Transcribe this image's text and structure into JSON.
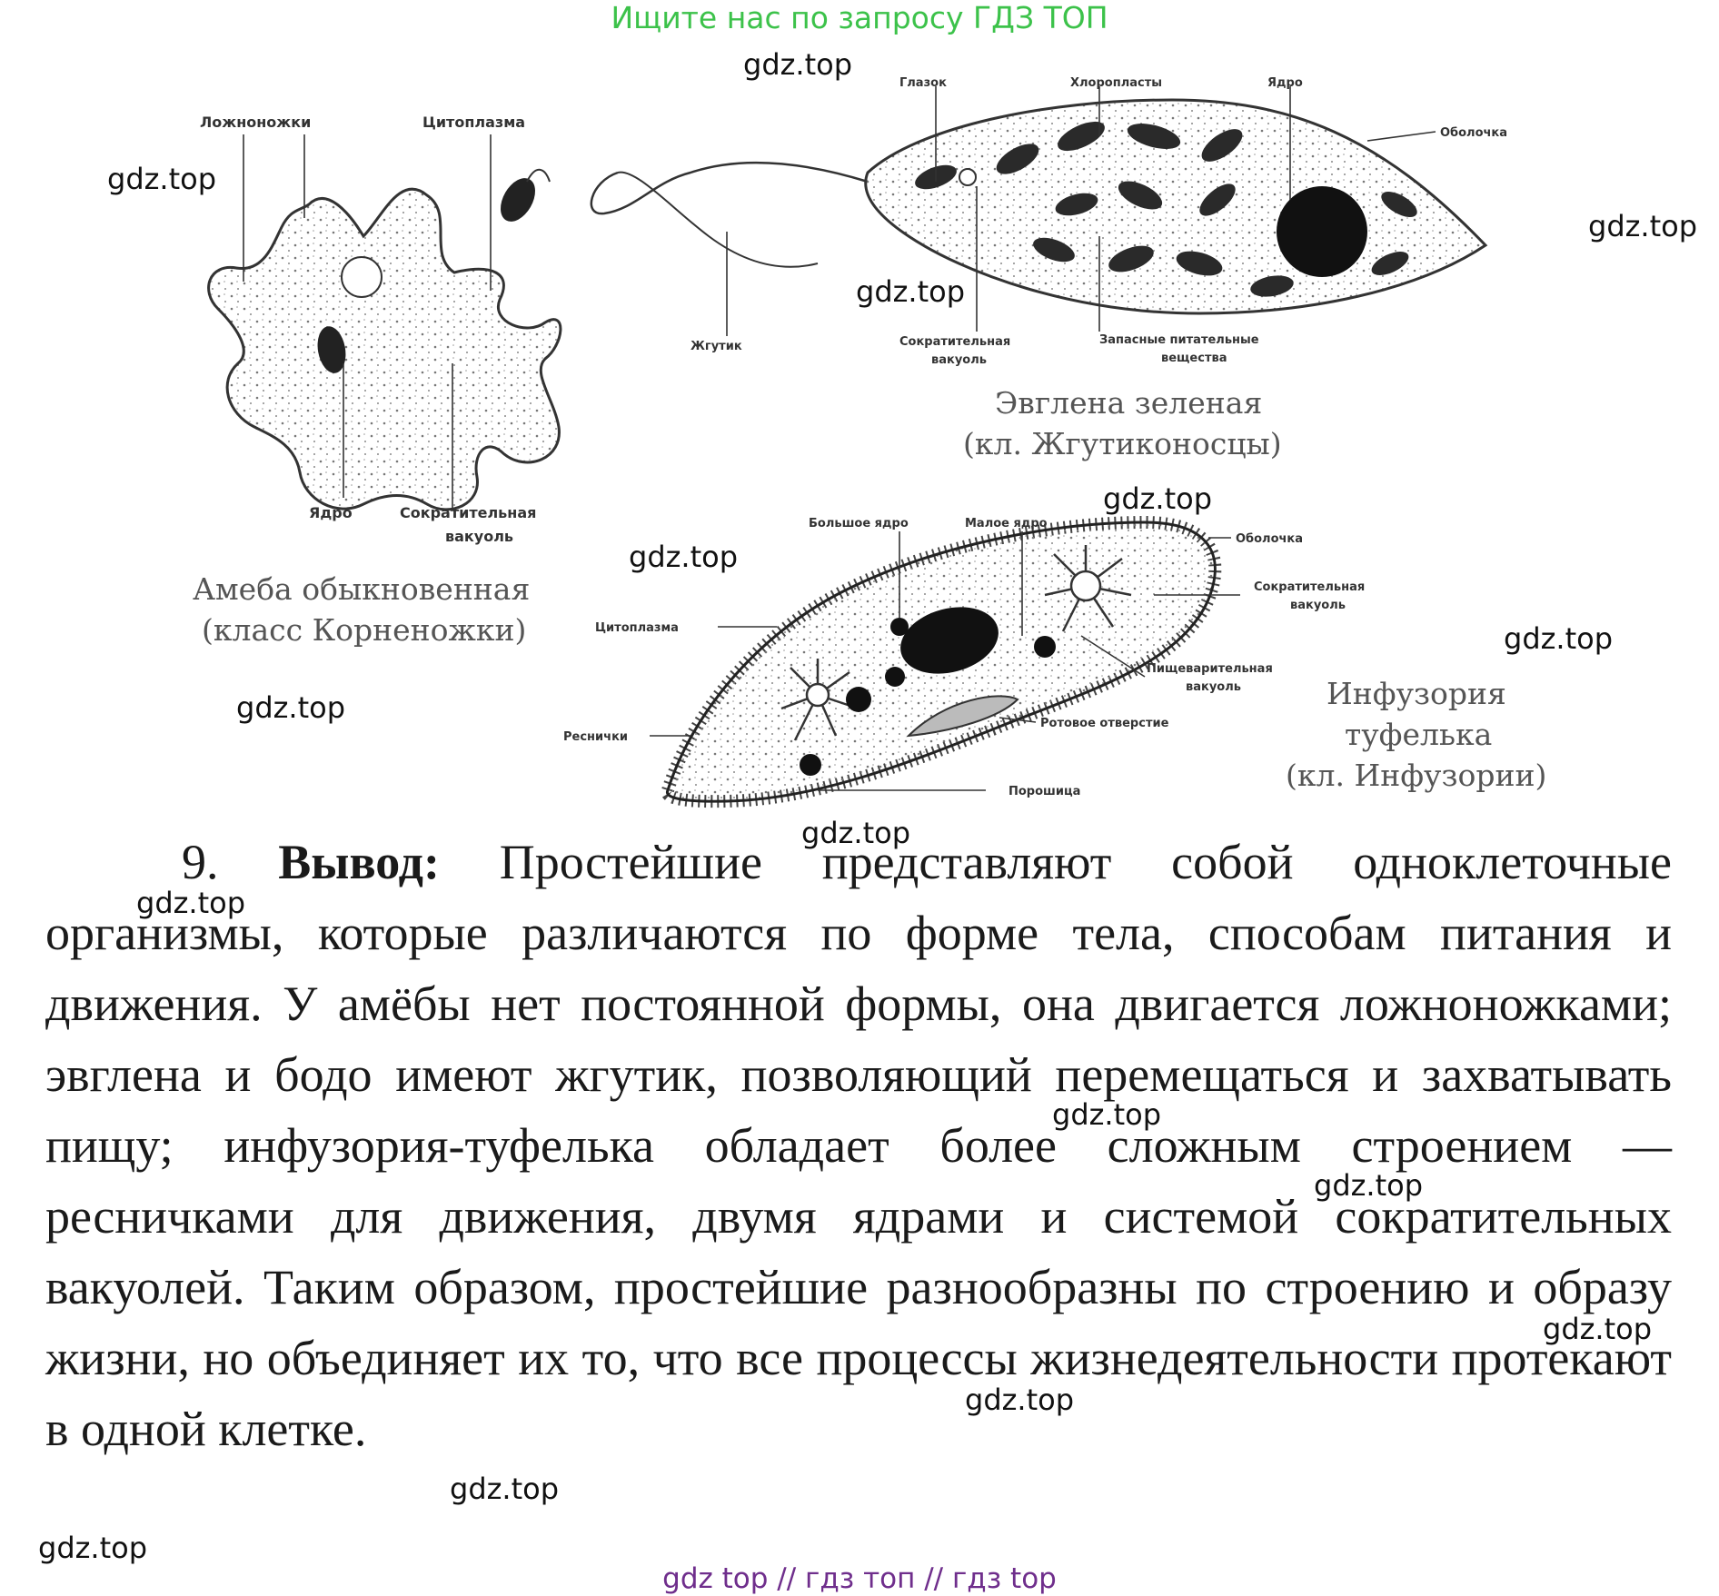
{
  "banner": "Ищите нас по запросу ГДЗ ТОП",
  "watermark": "gdz.top",
  "footer": "gdz top  //  гдз топ  //  гдз top",
  "figure": {
    "amoeba": {
      "labels": {
        "pseudopods": "Ложноножки",
        "cytoplasm": "Цитоплазма",
        "nucleus": "Ядро",
        "vacuole_line1": "Сократительная",
        "vacuole_line2": "вакуоль"
      },
      "caption_line1": "Амеба обыкновенная",
      "caption_line2": "(класс Корненожки)"
    },
    "euglena": {
      "labels": {
        "eyespot": "Глазок",
        "chloroplasts": "Хлоропласты",
        "nucleus": "Ядро",
        "shell": "Оболочка",
        "flagellum": "Жгутик",
        "vacuole_line1": "Сократительная",
        "vacuole_line2": "вакуоль",
        "reserve_line1": "Запасные питательные",
        "reserve_line2": "вещества"
      },
      "caption_line1": "Эвглена зеленая",
      "caption_line2": "(кл. Жгутиконосцы)"
    },
    "paramecium": {
      "labels": {
        "macronucleus": "Большое ядро",
        "micronucleus": "Малое ядро",
        "shell": "Оболочка",
        "vacuole_line1": "Сократительная",
        "vacuole_line2": "вакуоль",
        "cytoplasm": "Цитоплазма",
        "digestive_line1": "Пищеварительная",
        "digestive_line2": "вакуоль",
        "cilia": "Реснички",
        "mouth": "Ротовое отверстие",
        "anal_pore": "Порошица"
      },
      "caption_line1": "Инфузория",
      "caption_line2": "туфелька",
      "caption_line3": "(кл. Инфузории)"
    }
  },
  "conclusion": {
    "number": "9.",
    "heading": "Вывод:",
    "text": "Простейшие представляют собой одноклеточные организмы, которые различаются по форме тела, способам питания и движения. У амёбы нет постоянной формы, она двигается ложноножками; эвглена и бодо имеют жгутик, позволяющий перемещаться и захватывать пищу; инфузория-туфелька обладает более сложным строением — ресничками для движения, двумя ядрами и системой сократительных вакуолей. Таким образом, простейшие разнообразны по строению и образу жизни, но объединяет их то, что все процессы жизнедеятельности протекают в одной клетке."
  }
}
